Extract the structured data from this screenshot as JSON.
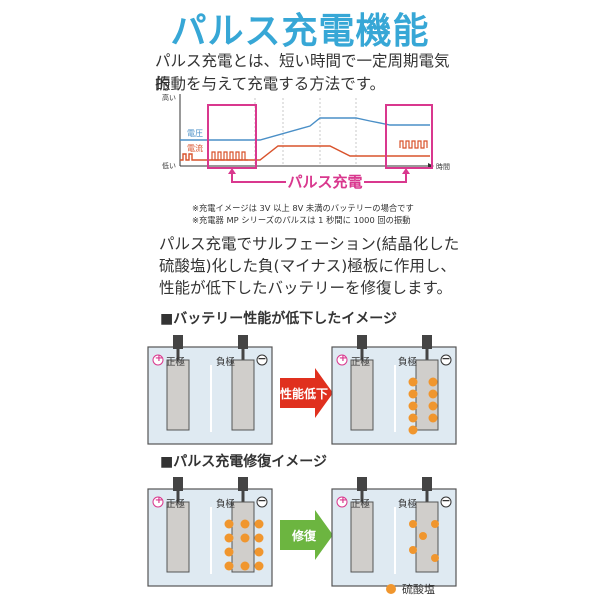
{
  "title": "パルス充電機能",
  "intro": [
    "パルス充電とは、短い時間で一定周期電気的",
    "振動を与えて充電する方法です。"
  ],
  "graph": {
    "y_high": "高い",
    "y_low": "低い",
    "x_label": "時間",
    "voltage_label": "電圧",
    "current_label": "電流",
    "pulse_label": "パルス充電",
    "voltage_color": "#4a8fc7",
    "current_color": "#d9532c",
    "highlight_color": "#d9388e"
  },
  "notes": [
    "※充電イメージは 3V 以上 8V 未満のバッテリーの場合です",
    "※充電器 MP シリーズのパルスは 1 秒間に 1000 回の振動"
  ],
  "body": [
    "パルス充電でサルフェーション(結晶化した",
    "硫酸塩)化した負(マイナス)極板に作用し、",
    "性能が低下したバッテリーを修復します。"
  ],
  "section1": {
    "heading": "■バッテリー性能が低下したイメージ",
    "arrow_label": "性能低下",
    "arrow_color": "#e0301e"
  },
  "section2": {
    "heading": "■パルス充電修復イメージ",
    "arrow_label": "修復",
    "arrow_color": "#6cb540"
  },
  "battery": {
    "positive_label": "正極",
    "negative_label": "負極",
    "plus_symbol": "+",
    "minus_symbol": "−"
  },
  "legend": {
    "label": "硫酸塩",
    "color": "#f0962e"
  }
}
